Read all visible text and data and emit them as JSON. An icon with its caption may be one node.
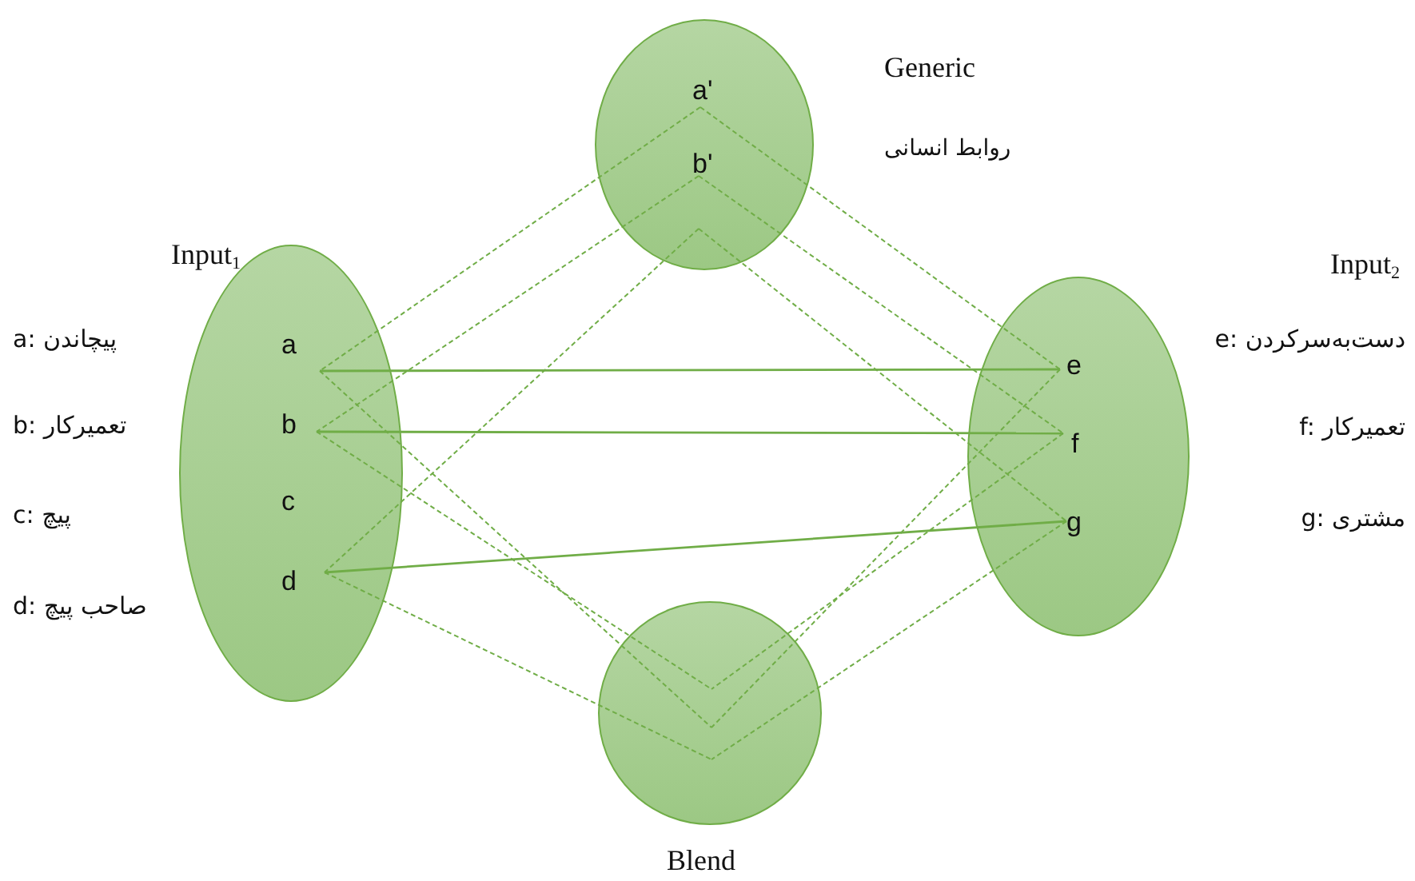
{
  "diagram": {
    "nodes": [
      {
        "text": [
          "Generic"
        ],
        "beside": [
          "روابط انسانی"
        ]
      },
      {
        "text": [
          "a'"
        ],
        "in": 0
      },
      {
        "text": [
          "b'"
        ],
        "in": 0
      },
      {
        "text": [
          "Input$_{1}$"
        ]
      },
      {
        "text": [
          "a"
        ],
        "in": 3
      },
      {
        "text": [
          "b"
        ],
        "in": 3
      },
      {
        "text": [
          "c"
        ],
        "in": 3
      },
      {
        "text": [
          "d"
        ],
        "in": 3
      },
      {
        "text": [
          "Input$_{2}$"
        ]
      },
      {
        "text": [
          "e"
        ],
        "in": 8
      },
      {
        "text": [
          "f"
        ],
        "in": 8
      },
      {
        "text": [
          "g"
        ],
        "in": 8
      },
      {
        "text": [
          "Blend"
        ]
      }
    ],
    "edges": [
      {
        "from": 4,
        "to": 9,
        "arrow": "none"
      },
      {
        "from": 5,
        "to": 10,
        "arrow": "none"
      },
      {
        "from": 7,
        "to": 11,
        "arrow": "none"
      },
      {
        "from": 1,
        "to": 4,
        "arrow": "none",
        "style": "dashed"
      },
      {
        "from": 1,
        "to": 9,
        "arrow": "none",
        "style": "dashed"
      },
      {
        "from": 2,
        "to": 5,
        "arrow": "none",
        "style": "dashed"
      },
      {
        "from": 2,
        "to": 10,
        "arrow": "none",
        "style": "dashed"
      },
      {
        "from": 0,
        "to": 7,
        "arrow": "none",
        "style": "dashed"
      },
      {
        "from": 0,
        "to": 11,
        "arrow": "none",
        "style": "dashed"
      },
      {
        "from": 4,
        "to": 12,
        "arrow": "none",
        "style": "dashed"
      },
      {
        "from": 5,
        "to": 12,
        "arrow": "none",
        "style": "dashed"
      },
      {
        "from": 7,
        "to": 12,
        "arrow": "none",
        "style": "dashed"
      },
      {
        "from": 9,
        "to": 12,
        "arrow": "none",
        "style": "dashed"
      },
      {
        "from": 10,
        "to": 12,
        "arrow": "none",
        "style": "dashed"
      },
      {
        "from": 11,
        "to": 12,
        "arrow": "none",
        "style": "dashed"
      }
    ],
    "labels": [
      "a: پیچاندن",
      "b: تعمیرکار",
      "c: پیچ",
      "d: صاحب پیچ",
      "e: دست‌به‌سرکردن",
      "f: تعمیرکار",
      "g: مشتری"
    ]
  }
}
